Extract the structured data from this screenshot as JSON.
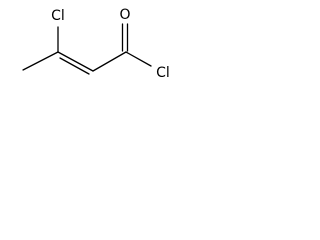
{
  "molecule": {
    "atoms": {
      "cl_top": "Cl",
      "o": "O",
      "cl_right": "Cl"
    }
  },
  "colors": {
    "bond": "#000000",
    "text": "#000000",
    "background": "#ffffff"
  }
}
